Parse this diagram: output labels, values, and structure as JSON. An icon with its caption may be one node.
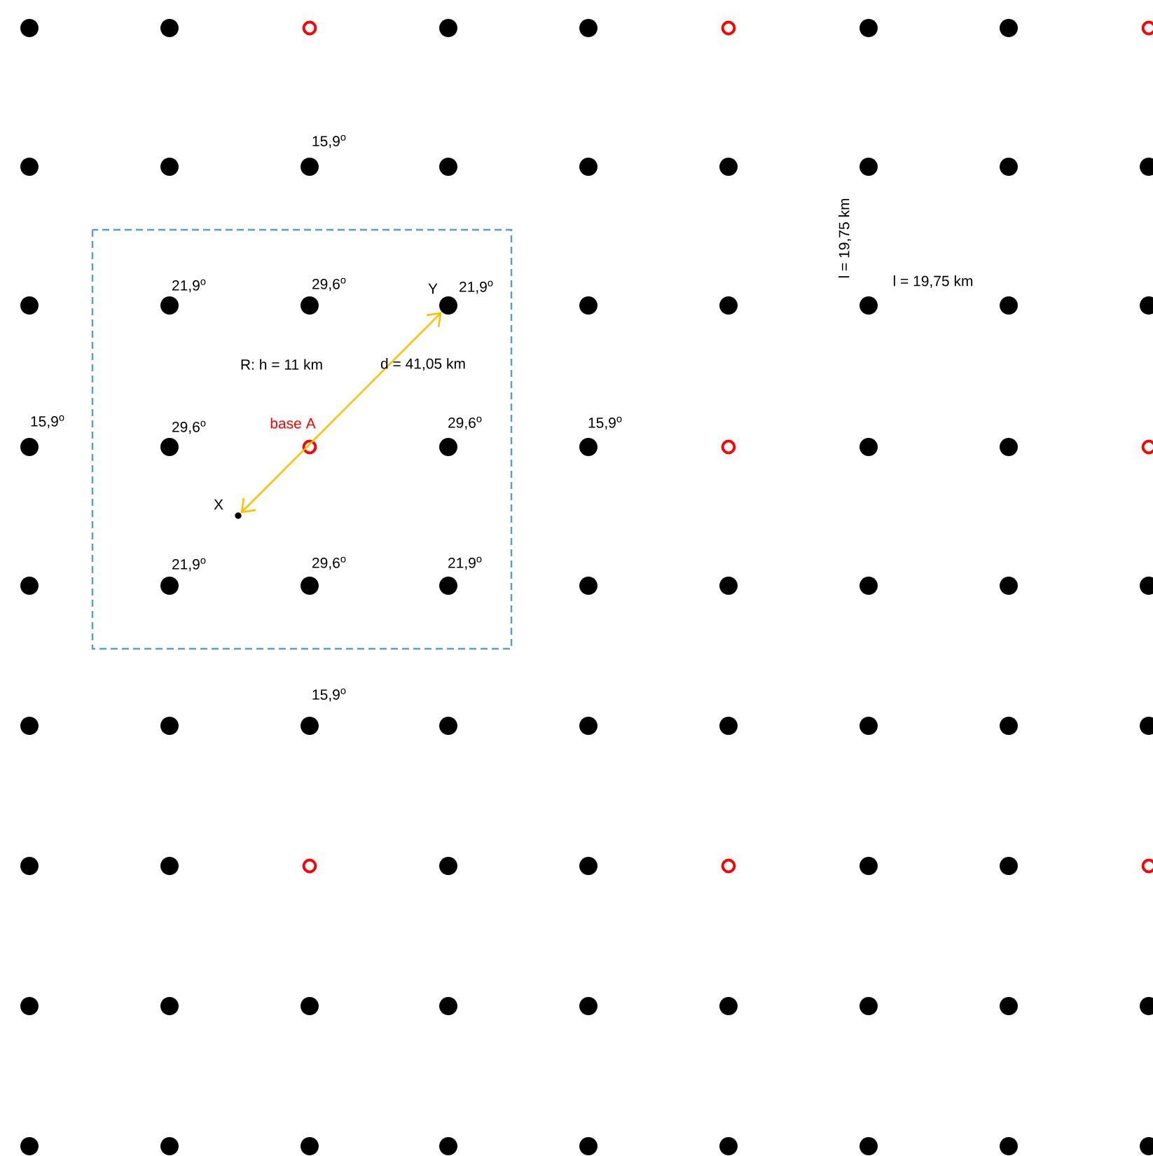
{
  "diagram": {
    "nodes": [
      {
        "text": [],
        "shape": "circle",
        "beside": [
          "X"
        ]
      },
      {
        "text": [],
        "shape": "circle",
        "beside": [
          "Y"
        ]
      }
    ],
    "edges": [
      {
        "from": 0,
        "to": 1,
        "arrow": "both"
      }
    ],
    "labels": [
      "15,9$^{o}$",
      "l = 19,75 km",
      "21,9$^{o}$",
      "29,6$^{o}$",
      "21,9$^{o}$",
      "l = 19,75 km",
      "R: h = 11 km",
      "d = 41,05 km",
      "15,9$^{o}$",
      "29,6$^{o}$",
      "base A",
      "29,6$^{o}$",
      "15,9$^{o}$",
      "21,9$^{o}$",
      "29,6$^{o}$",
      "21,9$^{o}$",
      "15,9$^{o}$"
    ]
  }
}
